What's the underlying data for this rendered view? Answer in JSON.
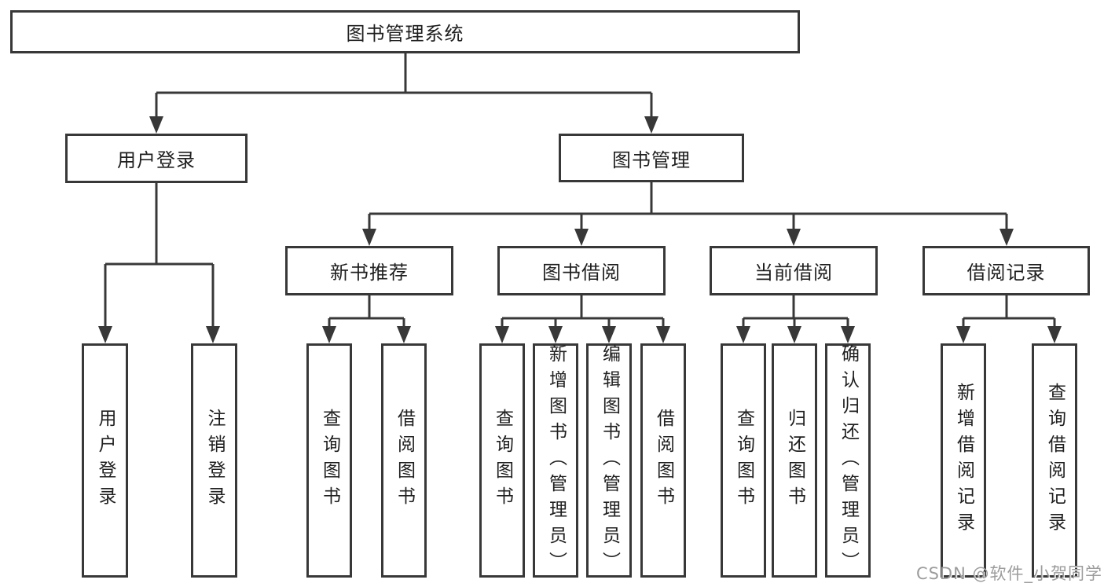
{
  "diagram": {
    "title": "图书管理系统",
    "branches": [
      {
        "label": "用户登录",
        "children": [
          {
            "label": "用户登录"
          },
          {
            "label": "注销登录"
          }
        ]
      },
      {
        "label": "图书管理",
        "children": [
          {
            "label": "新书推荐",
            "children": [
              {
                "label": "查询图书"
              },
              {
                "label": "借阅图书"
              }
            ]
          },
          {
            "label": "图书借阅",
            "children": [
              {
                "label": "查询图书"
              },
              {
                "label": "新增图书（管理员）"
              },
              {
                "label": "编辑图书（管理员）"
              },
              {
                "label": "借阅图书"
              }
            ]
          },
          {
            "label": "当前借阅",
            "children": [
              {
                "label": "查询图书"
              },
              {
                "label": "归还图书"
              },
              {
                "label": "确认归还（管理员）"
              }
            ]
          },
          {
            "label": "借阅记录",
            "children": [
              {
                "label": "新增借阅记录"
              },
              {
                "label": "查询借阅记录"
              }
            ]
          }
        ]
      }
    ]
  },
  "watermark": {
    "text": "CSDN @软件_小贺同学"
  },
  "colors": {
    "line": "#383838",
    "text": "#1f1f1f",
    "watermark": "#9c9c9c",
    "background": "#ffffff"
  }
}
